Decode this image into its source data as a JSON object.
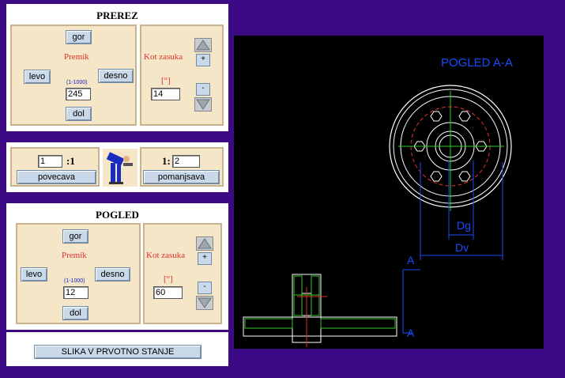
{
  "prerez": {
    "title": "PREREZ",
    "gor": "gor",
    "levo": "levo",
    "desno": "desno",
    "dol": "dol",
    "premik_label": "Premik",
    "range": "(1-1000)",
    "premik_value": "245",
    "kot_label": "Kot zasuka",
    "deg": "[°]",
    "kot_value": "14",
    "plus": "+",
    "minus": "-"
  },
  "zoom": {
    "left_value": "1",
    "left_suffix": ":1",
    "povecava": "povecava",
    "right_prefix": "1:",
    "right_value": "2",
    "pomanjsava": "pomanjsava"
  },
  "pogled": {
    "title": "POGLED",
    "gor": "gor",
    "levo": "levo",
    "desno": "desno",
    "dol": "dol",
    "premik_label": "Premik",
    "range": "(1-1000)",
    "premik_value": "12",
    "kot_label": "Kot zasuka",
    "deg": "[°]",
    "kot_value": "60",
    "plus": "+",
    "minus": "-"
  },
  "reset_button": "SLIKA V PRVOTNO STANJE",
  "drawing": {
    "view_title": "POGLED A-A",
    "dg": "Dg",
    "dv": "Dv",
    "a_top": "A",
    "a_bottom": "A"
  },
  "colors": {
    "background": "#3c0a84",
    "cad_bg": "#000000",
    "cad_title": "#1a4cff",
    "red_label": "#e0302c"
  }
}
